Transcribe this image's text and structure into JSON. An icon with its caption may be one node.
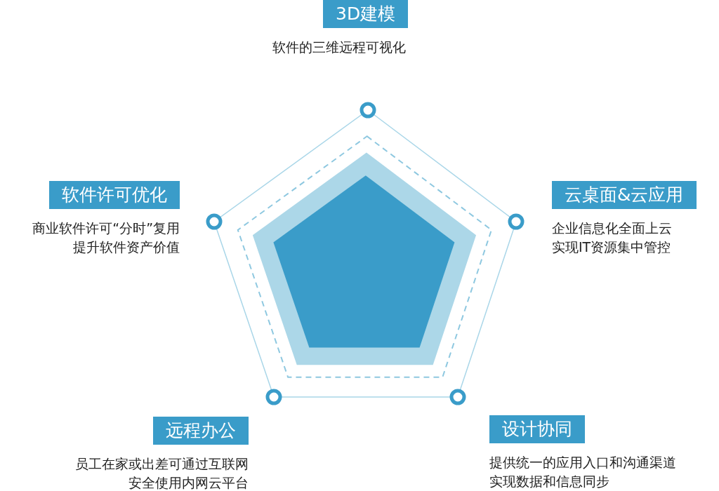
{
  "diagram": {
    "nodes": [
      {
        "text": [
          "3D建模",
          "软件的三维远程可视化"
        ]
      },
      {
        "text": [
          "软件许可优化",
          "商业软件许可“分时”复用提升软件资产价值"
        ]
      },
      {
        "text": [
          "云桌面&云应用",
          "企业信息化全面上云实现IT资源集中管控"
        ]
      },
      {
        "text": [
          "远程办公",
          "员工在家或出差可通过互联网安全使用内网云平台"
        ]
      },
      {
        "text": [
          "设计协同",
          "提供统一的应用入口和沟通渠道实现数据和信息同步"
        ]
      }
    ]
  }
}
